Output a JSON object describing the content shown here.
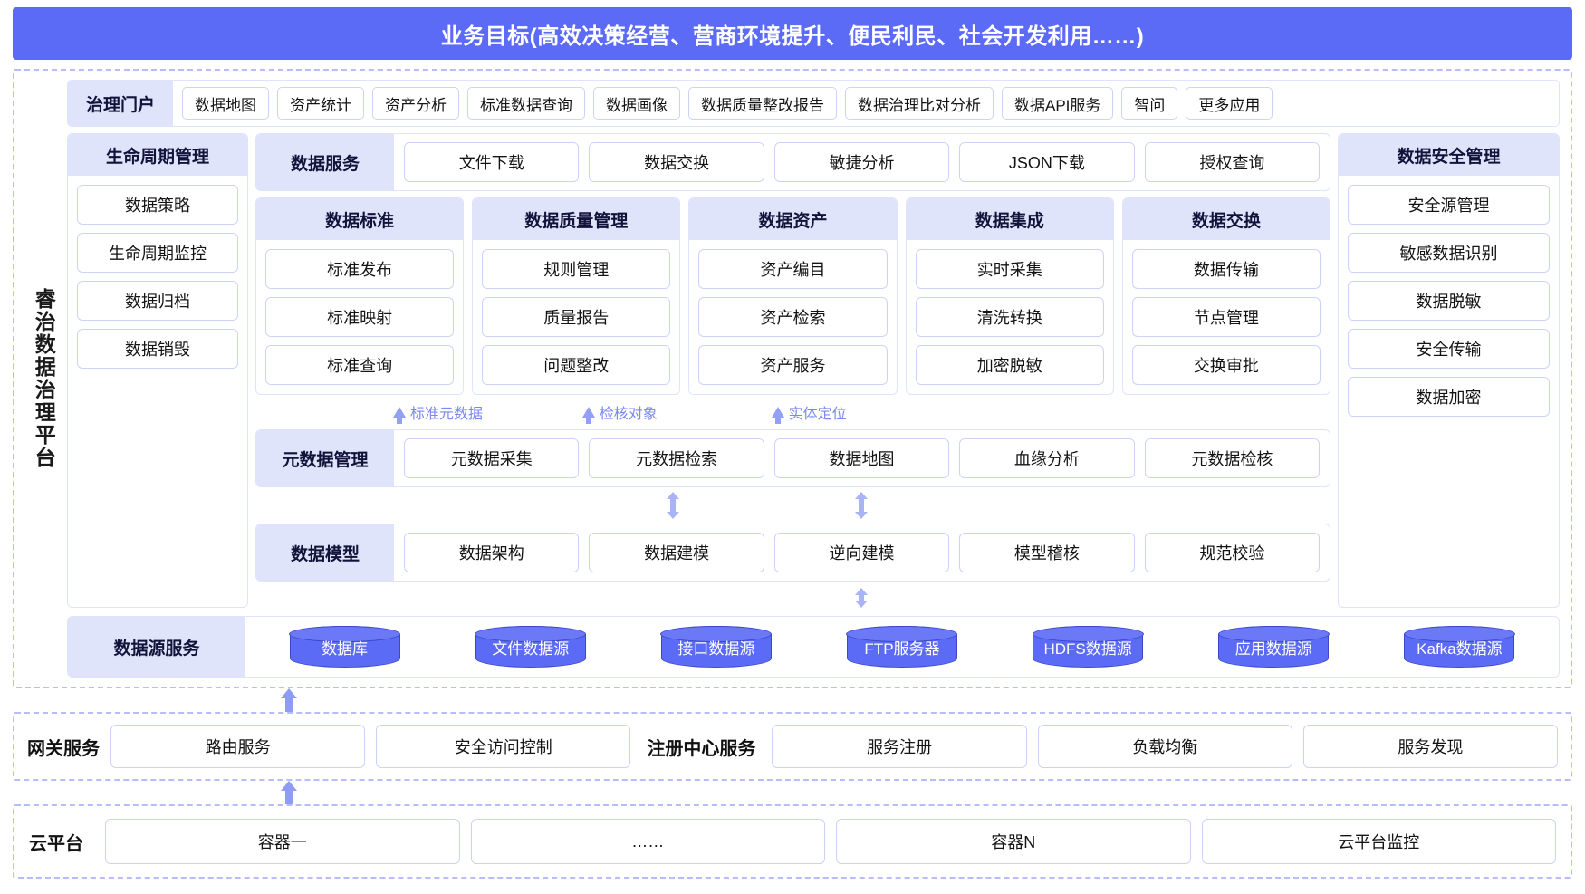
{
  "banner": {
    "title": "业务目标(高效决策经营、营商环境提升、便民利民、社会开发利用……)"
  },
  "platform": {
    "vertical_title": "睿治数据治理平台",
    "portal": {
      "head": "治理门户",
      "tabs": [
        "数据地图",
        "资产统计",
        "资产分析",
        "标准数据查询",
        "数据画像",
        "数据质量整改报告",
        "数据治理比对分析",
        "数据API服务",
        "智问",
        "更多应用"
      ]
    },
    "lifecycle": {
      "head": "生命周期管理",
      "items": [
        "数据策略",
        "生命周期监控",
        "数据归档",
        "数据销毁"
      ]
    },
    "data_service": {
      "head": "数据服务",
      "items": [
        "文件下载",
        "数据交换",
        "敏捷分析",
        "JSON下载",
        "授权查询"
      ]
    },
    "groups": [
      {
        "head": "数据标准",
        "items": [
          "标准发布",
          "标准映射",
          "标准查询"
        ]
      },
      {
        "head": "数据质量管理",
        "items": [
          "规则管理",
          "质量报告",
          "问题整改"
        ]
      },
      {
        "head": "数据资产",
        "items": [
          "资产编目",
          "资产检索",
          "资产服务"
        ]
      },
      {
        "head": "数据集成",
        "items": [
          "实时采集",
          "清洗转换",
          "加密脱敏"
        ]
      },
      {
        "head": "数据交换",
        "items": [
          "数据传输",
          "节点管理",
          "交换审批"
        ]
      }
    ],
    "annotations": [
      "标准元数据",
      "检核对象",
      "实体定位"
    ],
    "metadata": {
      "head": "元数据管理",
      "items": [
        "元数据采集",
        "元数据检索",
        "数据地图",
        "血缘分析",
        "元数据检核"
      ]
    },
    "model": {
      "head": "数据模型",
      "items": [
        "数据架构",
        "数据建模",
        "逆向建模",
        "模型稽核",
        "规范校验"
      ]
    },
    "security": {
      "head": "数据安全管理",
      "items": [
        "安全源管理",
        "敏感数据识别",
        "数据脱敏",
        "安全传输",
        "数据加密"
      ]
    },
    "datasource": {
      "head": "数据源服务",
      "items": [
        "数据库",
        "文件数据源",
        "接口数据源",
        "FTP服务器",
        "HDFS数据源",
        "应用数据源",
        "Kafka数据源"
      ]
    }
  },
  "gateway": {
    "label": "网关服务",
    "items": [
      "路由服务",
      "安全访问控制"
    ],
    "registry_label": "注册中心服务",
    "registry_items": [
      "服务注册",
      "负载均衡",
      "服务发现"
    ]
  },
  "cloud": {
    "label": "云平台",
    "items": [
      "容器一",
      "……",
      "容器N",
      "云平台监控"
    ]
  },
  "colors": {
    "brand": "#5b6bf5",
    "head_bg": "#dfe4fb",
    "pill_border": "#ccd3f8",
    "dashed_border": "#b6bdfb",
    "annotation_text": "#7b88f2"
  }
}
